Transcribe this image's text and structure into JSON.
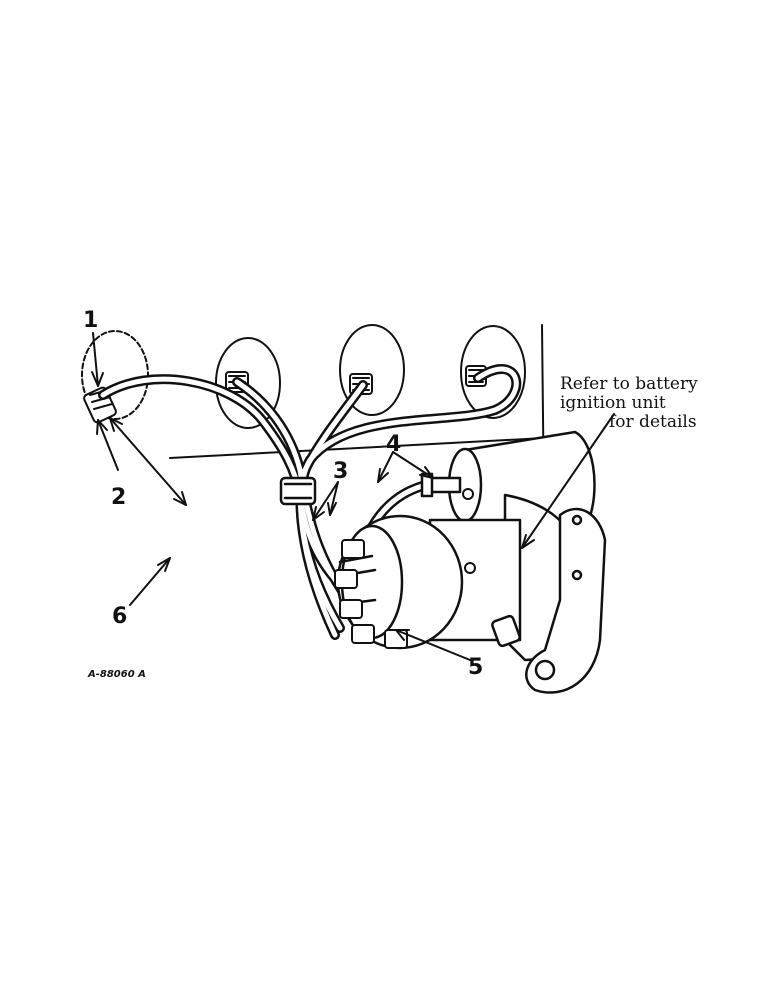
{
  "callouts": [
    "1",
    "2",
    "3",
    "4",
    "5",
    "6"
  ],
  "note": {
    "line1": "Refer to battery",
    "line2": "ignition unit",
    "line3": "for details"
  },
  "figure_id": "A-88060 A"
}
